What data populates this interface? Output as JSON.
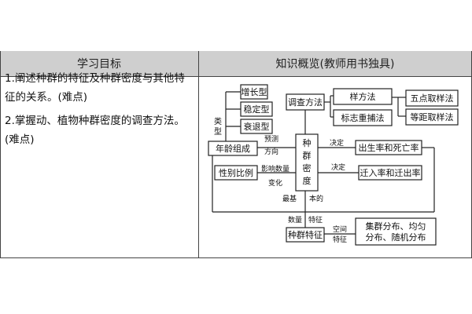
{
  "table": {
    "header_left": "学习目标",
    "header_right": "知识概览(教师用书独具)"
  },
  "goals": [
    {
      "num": "1.",
      "text": "阐述种群的特征及种群密度与其他特征的关系。(难点)"
    },
    {
      "num": "2.",
      "text": "掌握动、植物种群密度的调查方法。(难点)"
    }
  ],
  "diagram": {
    "growth": "增长型",
    "stable": "稳定型",
    "decline": "衰退型",
    "type_label": [
      "类",
      "型"
    ],
    "age_structure": "年龄组成",
    "predict": [
      "预测",
      "方向"
    ],
    "survey": "调查方法",
    "sample": "样方法",
    "mark": "标志重捕法",
    "five_point": "五点取样法",
    "equidistant": "等距取样法",
    "density": [
      "种",
      "群",
      "密",
      "度"
    ],
    "decide1": "决定",
    "decide2": "决定",
    "birth_death": "出生率和死亡率",
    "migration": "迁入率和迁出率",
    "sex_ratio": "性别比例",
    "affect": [
      "影响数量",
      "变化"
    ],
    "most_basic": "最基",
    "basic_of": "本的",
    "quantity": "数量",
    "feature": "特征",
    "pop_feature": "种群特征",
    "spatial": [
      "空间",
      "特征"
    ],
    "distribution": [
      "集群分布、均匀",
      "分布、随机分布"
    ]
  }
}
